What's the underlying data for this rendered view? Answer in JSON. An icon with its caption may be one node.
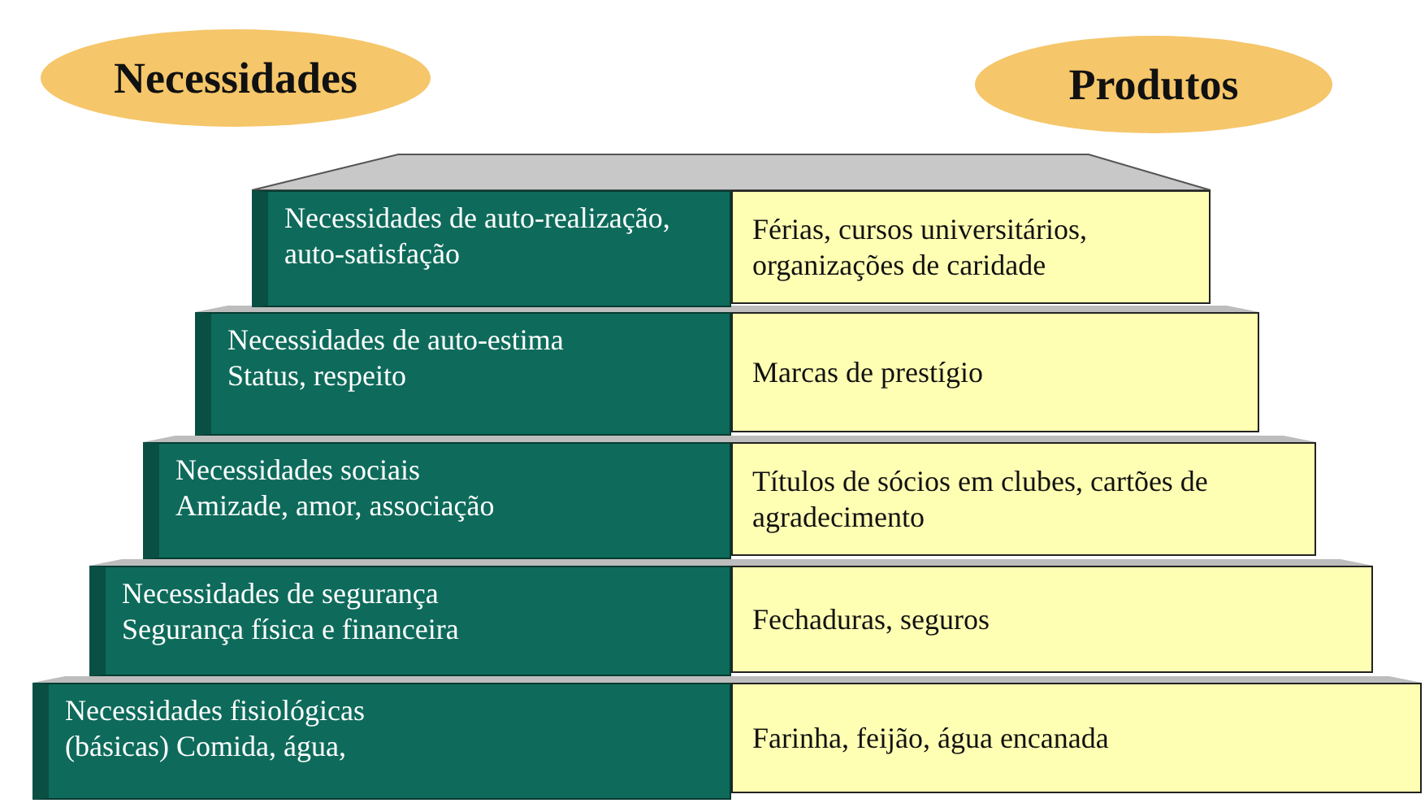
{
  "diagram": {
    "nodes": [
      {
        "text": [
          "Necessidades"
        ]
      },
      {
        "text": [
          "Produtos"
        ]
      },
      {
        "text": [
          "Necessidades de auto-realização, auto-satisfação"
        ]
      },
      {
        "text": [
          "Férias, cursos universitários, organizações de caridade"
        ]
      },
      {
        "text": [
          "Necessidades de auto-estima",
          "Status, respeito"
        ]
      },
      {
        "text": [
          "Marcas de prestígio"
        ]
      },
      {
        "text": [
          "Necessidades sociais",
          "Amizade, amor, associação"
        ]
      },
      {
        "text": [
          "Títulos de sócios em clubes, cartões de agradecimento"
        ]
      },
      {
        "text": [
          "Necessidades de segurança",
          "Segurança física e financeira"
        ]
      },
      {
        "text": [
          "Fechaduras, seguros"
        ]
      },
      {
        "text": [
          "Necessidades fisiológicas",
          "(básicas) Comida, água,"
        ]
      },
      {
        "text": [
          "Farinha, feijão, água encanada"
        ]
      }
    ]
  }
}
